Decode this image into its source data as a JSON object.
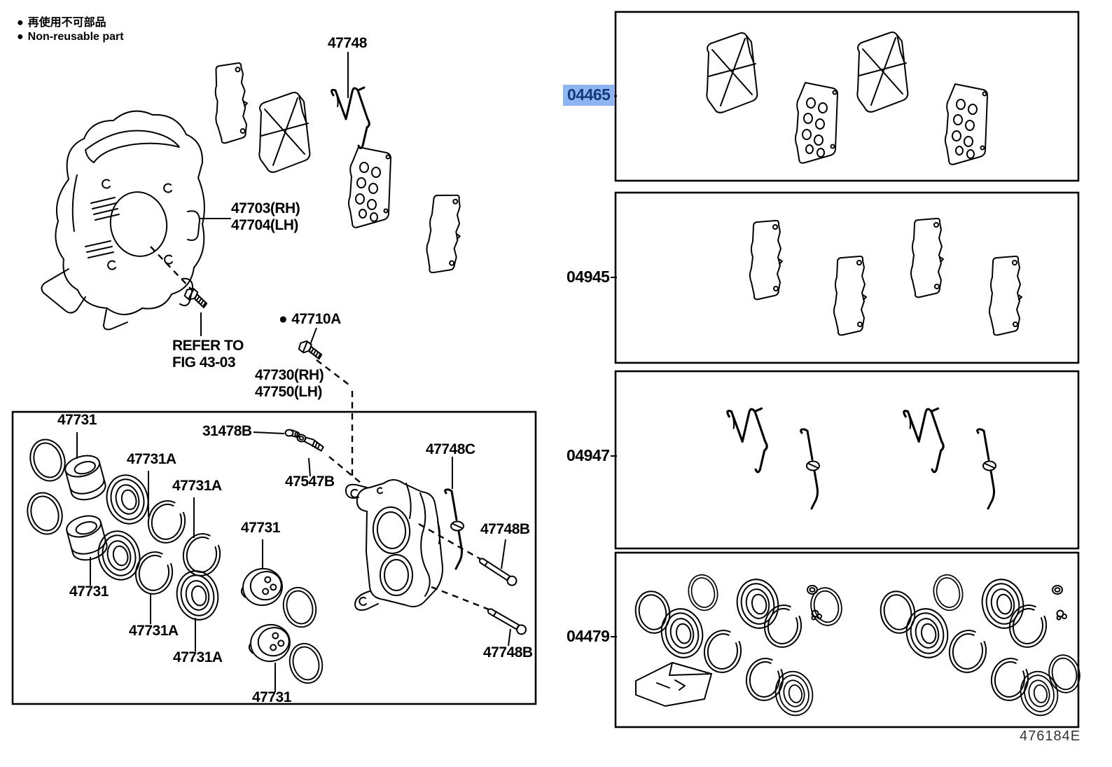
{
  "legend": {
    "bullet": "●",
    "line1_jp": "再使用不可部品",
    "line2_en": "Non-reusable part"
  },
  "figure_code": "476184E",
  "labels": {
    "support": "47748",
    "cover_rh": "47703(RH)",
    "cover_lh": "47704(LH)",
    "bolt": "47710A",
    "refer1": "REFER TO",
    "refer2": "FIG 43-03",
    "caliper_rh": "47730(RH)",
    "caliper_lh": "47750(LH)",
    "cap": "31478B",
    "bleeder": "47547B",
    "clip": "47748C",
    "pin_upper": "47748B",
    "pin_lower": "47748B"
  },
  "cylinder_labels": [
    "47731",
    "47731A",
    "47731A",
    "47731",
    "47731",
    "47731A",
    "47731A",
    "47731"
  ],
  "kits": [
    {
      "code": "04465",
      "selected": true
    },
    {
      "code": "04945",
      "selected": false
    },
    {
      "code": "04947",
      "selected": false
    },
    {
      "code": "04479",
      "selected": false
    }
  ],
  "colors": {
    "highlight_bg": "#8fb5f1",
    "highlight_text": "#16397c",
    "line": "#000000",
    "figure_code_text": "#333333"
  }
}
